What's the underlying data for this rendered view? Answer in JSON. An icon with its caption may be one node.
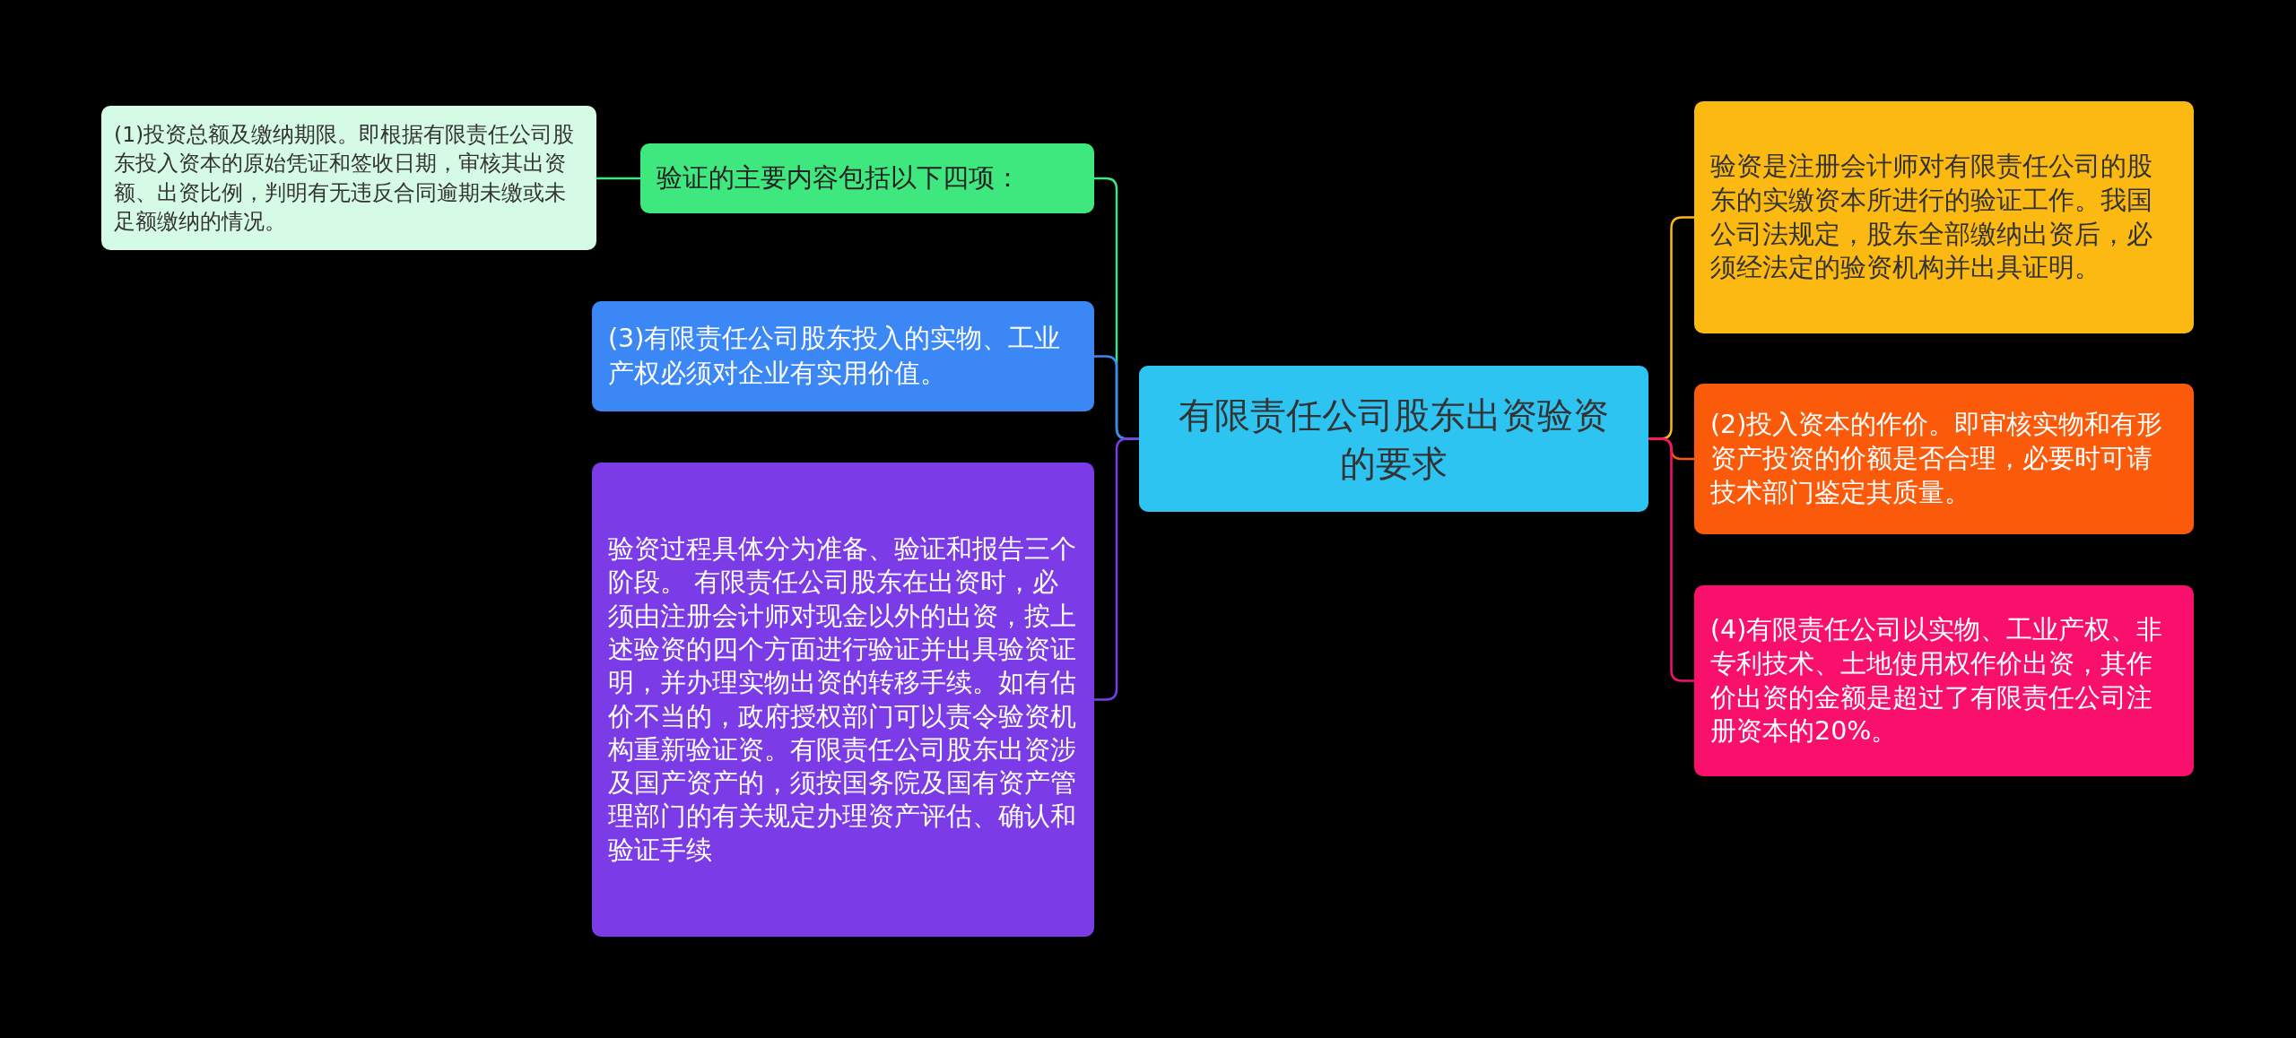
{
  "diagram": {
    "nodes": [
      {
        "text": [
          "有限责任公司股东出资验资的要求"
        ]
      },
      {
        "text": [
          "验证的主要内容包括以下四项："
        ]
      },
      {
        "text": [
          "(1)投资总额及缴纳期限。即根据有限责任公司股东投入资本的原始凭证和签收日期，审核其出资额、出资比例，判明有无违反合同逾期未缴或未足额缴纳的情况。"
        ]
      },
      {
        "text": [
          "(3)有限责任公司股东投入的实物、工业产权必须对企业有实用价值。"
        ]
      },
      {
        "text": [
          "验资过程具体分为准备、验证和报告三个阶段。 有限责任公司股东在出资时，必须由注册会计师对现金以外的出资，按上述验资的四个方面进行验证并出具验资证明，并办理实物出资的转移手续。如有估价不当的，政府授权部门可以责令验资机构重新验证资。有限责任公司股东出资涉及国产资产的，须按国务院及国有资产管理部门的有关规定办理资产评估、确认和验证手续"
        ]
      },
      {
        "text": [
          "验资是注册会计师对有限责任公司的股东的实缴资本所进行的验证工作。我国公司法规定，股东全部缴纳出资后，必须经法定的验资机构并出具证明。"
        ]
      },
      {
        "text": [
          "(2)投入资本的作价。即审核实物和有形资产投资的价额是否合理，必要时可请技术部门鉴定其质量。"
        ]
      },
      {
        "text": [
          "(4)有限责任公司以实物、工业产权、非专利技术、土地使用权作价出资，其作价出资的金额是超过了有限责任公司注册资本的20%。"
        ]
      }
    ],
    "edges": [
      {
        "from": 0,
        "to": 1,
        "arrow": "none",
        "color": "#3ee87f"
      },
      {
        "from": 1,
        "to": 2,
        "arrow": "none",
        "color": "#3ee87f"
      },
      {
        "from": 0,
        "to": 3,
        "arrow": "none",
        "color": "#3b87f5"
      },
      {
        "from": 0,
        "to": 4,
        "arrow": "none",
        "color": "#7b3ce8"
      },
      {
        "from": 0,
        "to": 5,
        "arrow": "none",
        "color": "#fbb912"
      },
      {
        "from": 0,
        "to": 6,
        "arrow": "none",
        "color": "#fb5a0a"
      },
      {
        "from": 0,
        "to": 7,
        "arrow": "none",
        "color": "#f8106c"
      }
    ]
  }
}
